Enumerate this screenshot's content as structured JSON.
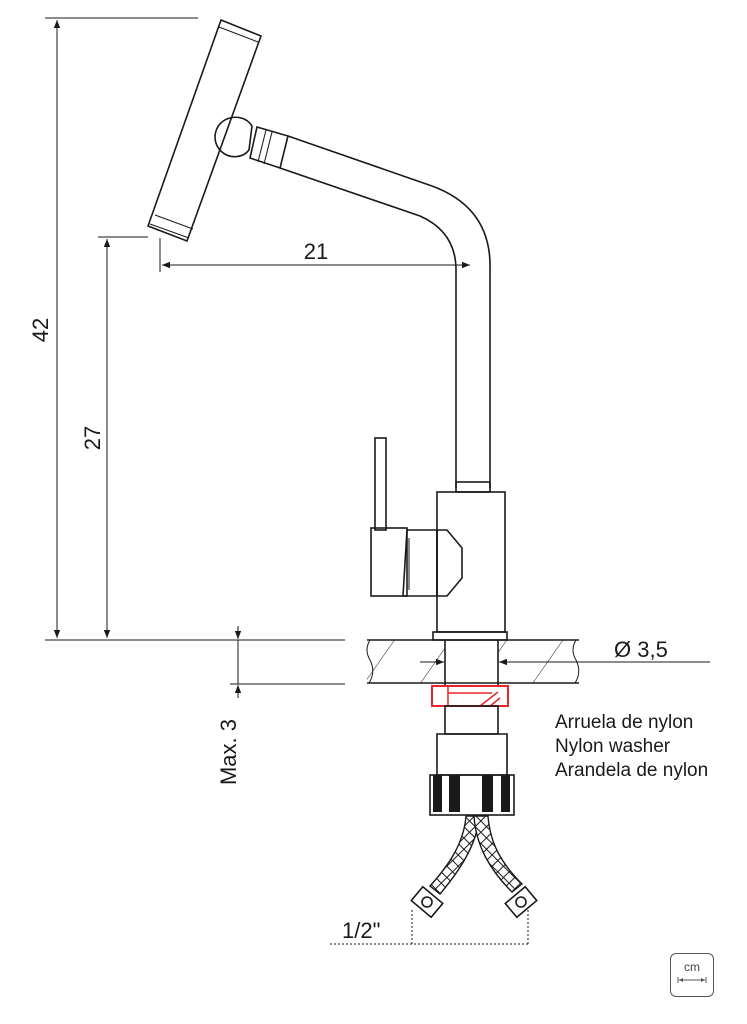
{
  "dimensions": {
    "total_height": "42",
    "spout_height": "27",
    "spout_reach": "21",
    "base_diameter": "Ø 3,5",
    "max_thickness": "Max. 3",
    "hose_connection": "1/2\""
  },
  "washer_label": {
    "line_pt": "Arruela de nylon",
    "line_en": "Nylon washer",
    "line_es": "Arandela de nylon"
  },
  "unit_badge": {
    "label": "cm",
    "icon": "ruler-arrow-icon"
  },
  "colors": {
    "line": "#1a1a1a",
    "washer_highlight": "#e8262b"
  }
}
